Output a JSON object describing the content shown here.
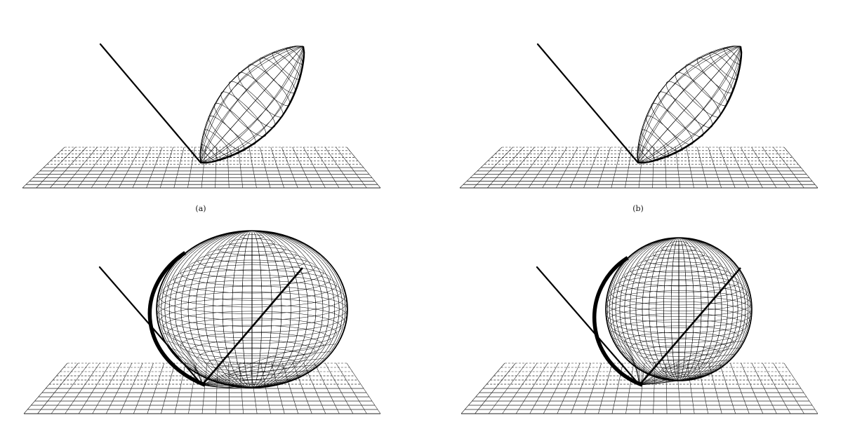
{
  "figure": {
    "panels": [
      {
        "id": "a",
        "caption": "(a)",
        "lobe": "narrow-specular-lobe"
      },
      {
        "id": "b",
        "caption": "(b)",
        "lobe": "narrow-specular-lobe"
      },
      {
        "id": "c",
        "caption": "",
        "lobe": "broad-diffuse-lobe"
      },
      {
        "id": "d",
        "caption": "",
        "lobe": "broad-diffuse-lobe"
      }
    ],
    "colors": {
      "ink": "#000000",
      "grid": "#222222",
      "background": "#ffffff"
    }
  }
}
